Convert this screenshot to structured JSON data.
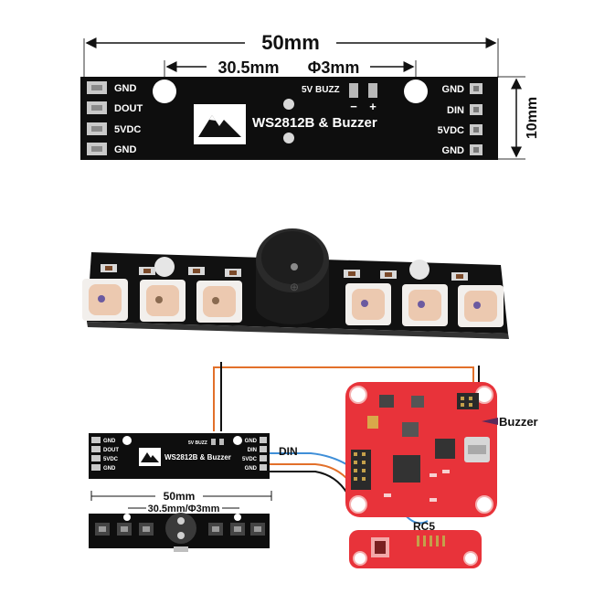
{
  "top_board": {
    "title": "WS2812B & Buzzer",
    "buzz_label": "5V BUZZ",
    "minus": "−",
    "plus": "+",
    "left_pins": [
      "GND",
      "DOUT",
      "5VDC",
      "GND"
    ],
    "right_pins": [
      "GND",
      "DIN",
      "5VDC",
      "GND"
    ]
  },
  "dimensions": {
    "length": "50mm",
    "hole_spacing": "30.5mm",
    "hole_dia": "Φ3mm",
    "height": "10mm"
  },
  "wiring": {
    "din_label": "DIN",
    "buzzer_label": "Buzzer",
    "rc5_label": "RC5",
    "small_dim_length": "50mm",
    "small_dim_holes": "30.5mm/Φ3mm",
    "small_board_title": "WS2812B & Buzzer",
    "small_buzz_label": "5V BUZZ"
  },
  "colors": {
    "pcb_black": "#0e0e0e",
    "fc_red": "#e8333a",
    "wire_orange": "#e2702a",
    "wire_blue": "#3f8fd8"
  }
}
